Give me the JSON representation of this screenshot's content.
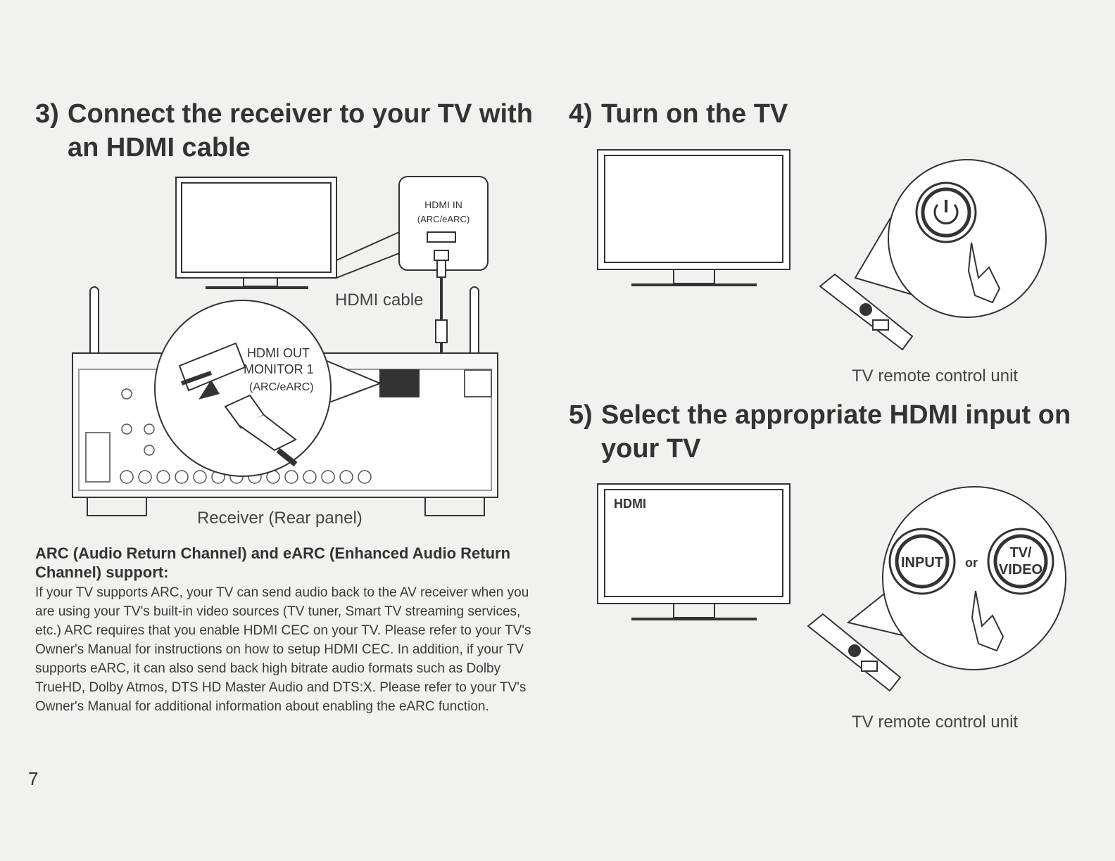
{
  "step3": {
    "number": "3)",
    "title_line1": "Connect the receiver to your TV with",
    "title_line2": "an HDMI cable",
    "hdmi_in_label": "HDMI IN",
    "hdmi_in_sub": "(ARC/eARC)",
    "cable_label": "HDMI cable",
    "hdmi_out_line1": "HDMI OUT",
    "hdmi_out_line2": "MONITOR 1",
    "hdmi_out_line3": "(ARC/eARC)",
    "receiver_caption": "Receiver (Rear panel)"
  },
  "step4": {
    "number": "4)",
    "title": "Turn on the TV",
    "remote_caption": "TV remote control unit"
  },
  "step5": {
    "number": "5)",
    "title_line1": "Select the appropriate HDMI input on",
    "title_line2": "your TV",
    "screen_label": "HDMI",
    "button_input": "INPUT",
    "or_text": "or",
    "button_tv_line1": "TV/",
    "button_tv_line2": "VIDEO",
    "remote_caption": "TV remote control unit"
  },
  "arc": {
    "title": "ARC (Audio Return Channel) and eARC (Enhanced Audio Return Channel) support:",
    "body": "If your TV supports ARC, your TV can send audio back to the AV receiver when you are using your TV's built-in video sources (TV tuner, Smart TV streaming services, etc.) ARC requires that you enable HDMI CEC on your TV. Please refer to your TV's Owner's Manual for instructions on how to setup HDMI CEC. In addition, if your TV supports eARC, it can also send back high bitrate audio formats such as Dolby TrueHD, Dolby Atmos, DTS HD Master Audio and DTS:X. Please refer to your TV's Owner's Manual for additional information about enabling the eARC function."
  },
  "page_number": "7"
}
